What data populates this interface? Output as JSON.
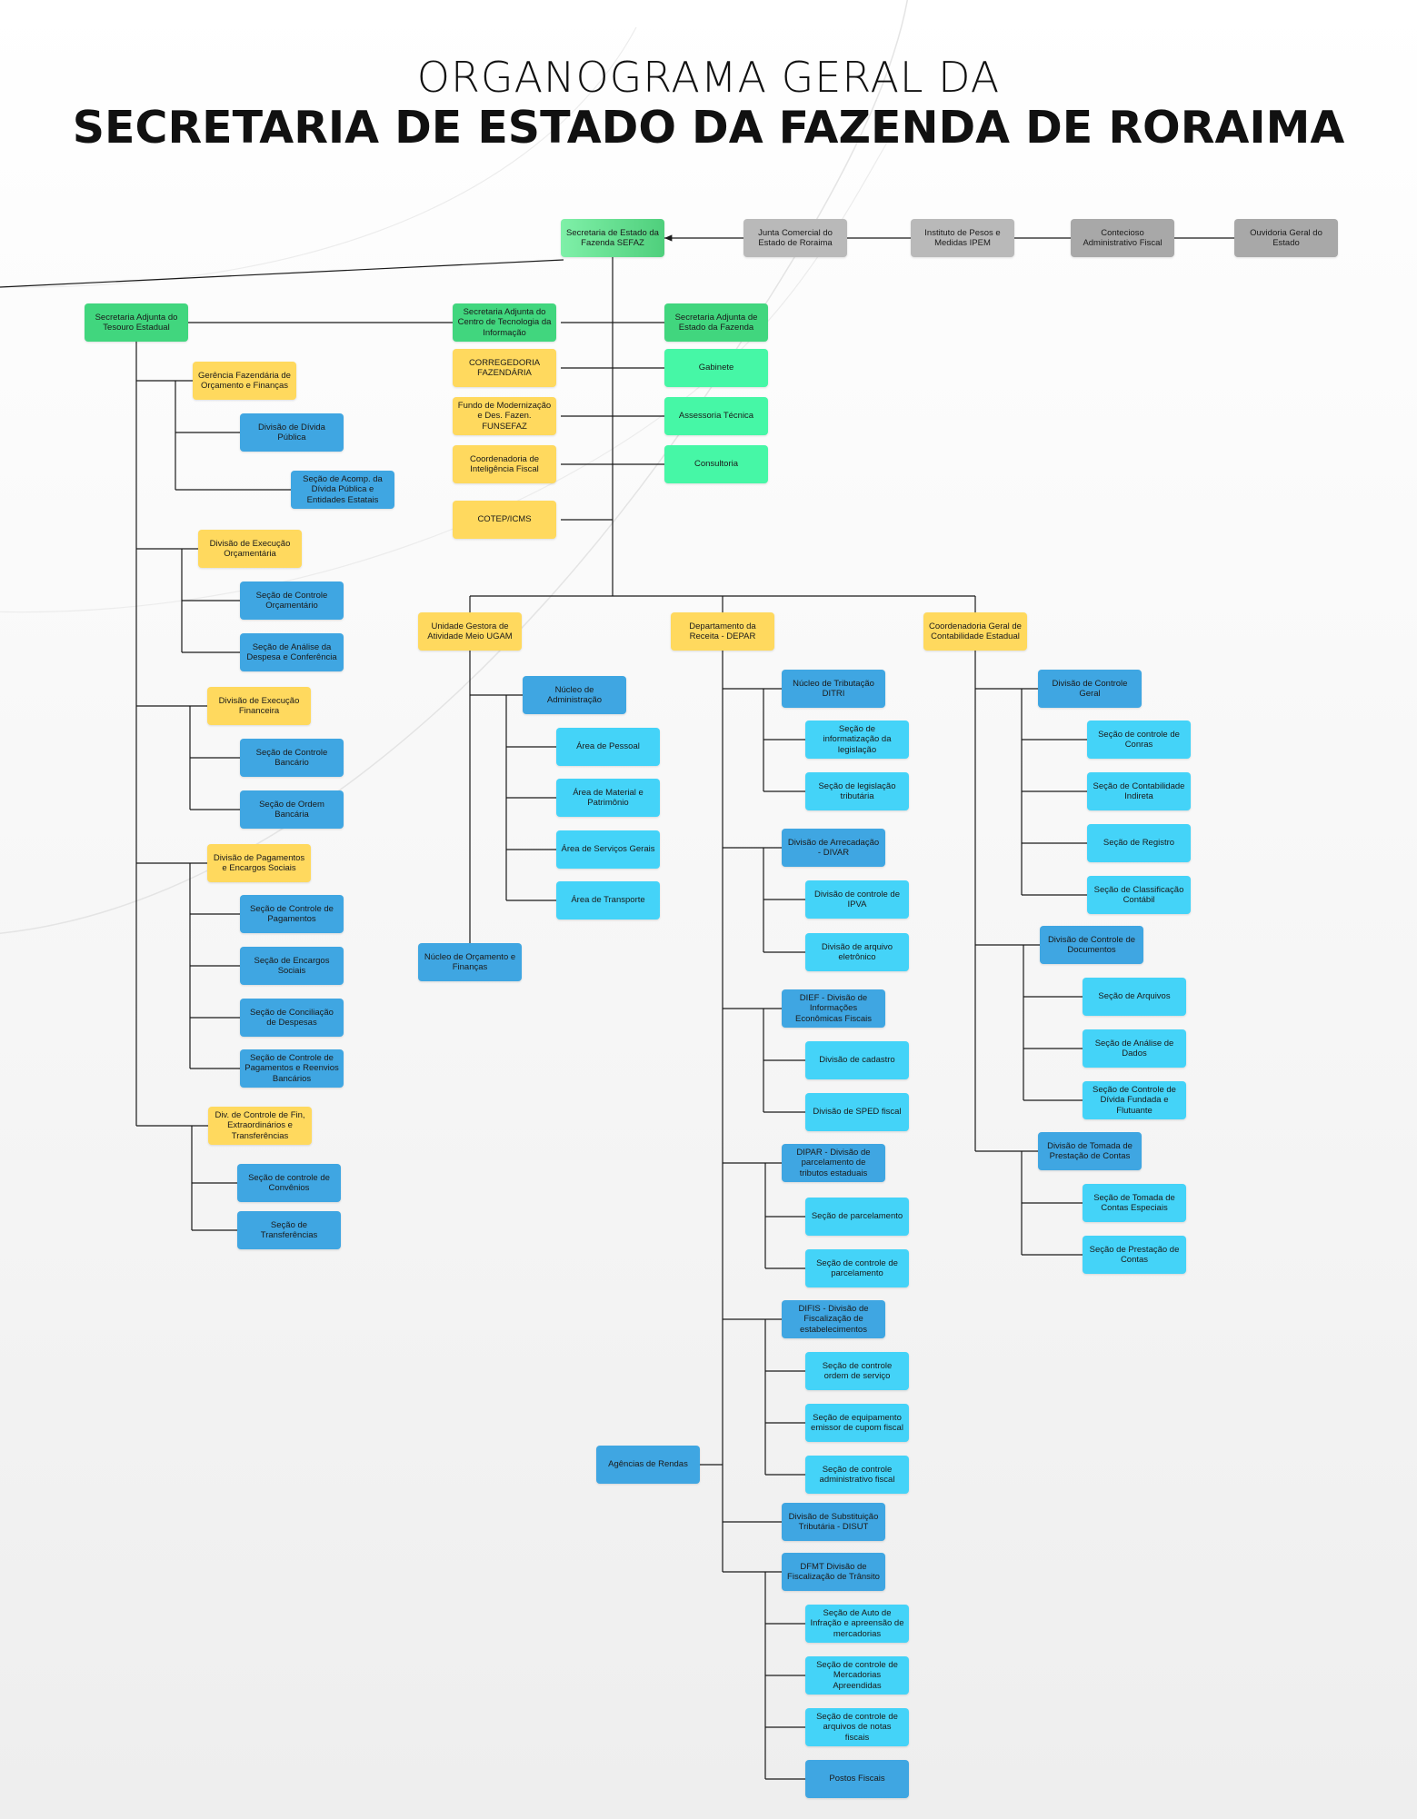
{
  "title": {
    "line1": "ORGANOGRAMA GERAL DA",
    "line2": "SECRETARIA DE ESTADO DA FAZENDA DE RORAIMA"
  },
  "colors": {
    "top": "#5fdc8e",
    "green": "#41d67e",
    "mint": "#46f7a6",
    "yellow": "#ffd95e",
    "blue": "#3fa6e2",
    "cyan": "#44d3f8",
    "gray": "#b9b9b9",
    "line": "#1a1a1a"
  },
  "nodes": {
    "sefaz": "Secretaria de Estado da Fazenda SEFAZ",
    "junta": "Junta Comercial do Estado de Roraima",
    "ipem": "Instituto de Pesos e Medidas IPEM",
    "contencioso": "Contecioso Administrativo Fiscal",
    "ouvidoria": "Ouvidoria Geral do Estado",
    "sa_tesouro": "Secretaria Adjunta do Tesouro Estadual",
    "sa_cti": "Secretaria Adjunta do Centro de Tecnologia da Informação",
    "sa_fazenda": "Secretaria Adjunta de Estado da Fazenda",
    "corregedoria": "CORREGEDORIA FAZENDÁRIA",
    "funsefaz": "Fundo de Modernização e Des. Fazen.  FUNSEFAZ",
    "coord_intel": "Coordenadoria de Inteligência Fiscal",
    "cotep": "COTEP/ICMS",
    "gabinete": "Gabinete",
    "assessoria": "Assessoria Técnica",
    "consultoria": "Consultoria",
    "ger_orc": "Gerência Fazendária de Orçamento e Finanças",
    "div_divida": "Divisão de Dívida Pública",
    "sec_acomp": "Seção de Acomp. da Dívida Pública e Entidades Estatais",
    "div_exec_orc": "Divisão de Execução Orçamentária",
    "sec_ctrl_orc": "Seção de Controle Orçamentário",
    "sec_analise": "Seção de Análise da Despesa e Conferência",
    "div_exec_fin": "Divisão de Execução Financeira",
    "sec_ctrl_banc": "Seção de Controle Bancário",
    "sec_ordem": "Seção de Ordem Bancária",
    "div_pag": "Divisão  de Pagamentos e Encargos Sociais",
    "sec_ctrl_pag": "Seção de Controle de Pagamentos",
    "sec_encargos": "Seção de Encargos Sociais",
    "sec_concil": "Seção de Conciliação de Despesas",
    "sec_ctrl_reenv": "Seção de Controle de Pagamentos e Reenvios Bancários",
    "div_ctrl_fin": "Div.  de Controle de Fin, Extraordinários e Transferências",
    "sec_convenios": "Seção de controle de Convênios",
    "sec_transf": "Seção de Transferências",
    "ugam": "Unidade Gestora de Atividade Meio UGAM",
    "nuc_adm": "Núcleo de Administração",
    "area_pessoal": "Área de Pessoal",
    "area_material": "Área de Material e Patrimônio",
    "area_servicos": "Área de Serviços Gerais",
    "area_transporte": "Área de Transporte",
    "nuc_orc": "Núcleo de Orçamento e Finanças",
    "depar": "Departamento da Receita - DEPAR",
    "nuc_trib": "Núcleo de Tributação DITRI",
    "sec_inform": "Seção de informatização da legislação",
    "sec_legis": "Seção de legislação tributária",
    "divar": "Divisão de Arrecadação - DIVAR",
    "div_ipva": "Divisão de controle de IPVA",
    "div_arquivo": "Divisão de arquivo eletrônico",
    "dief": "DIEF - Divisão  de Informações Econômicas Fiscais",
    "div_cadastro": "Divisão de cadastro",
    "div_sped": "Divisão de SPED fiscal",
    "dipar": "DIPAR - Divisão  de parcelamento de tributos estaduais",
    "sec_parc": "Seção de parcelamento",
    "sec_ctrl_parc": "Seção de controle de parcelamento",
    "difis": "DIFIS - Divisão  de Fiscalização de estabelecimentos",
    "sec_ordem_serv": "Seção de controle ordem de serviço",
    "sec_equip": "Seção de equipamento emissor de cupom fiscal",
    "sec_ctrl_adm": "Seção  de controle administrativo fiscal",
    "disut": "Divisão  de Substituição Tributária - DISUT",
    "dfmt": "DFMT Divisão  de Fiscalização de Trânsito",
    "sec_auto": "Seção de Auto de Infração e apreensão de mercadorias",
    "sec_merc": "Seção de controle de Mercadorias Apreendidas",
    "sec_notas": "Seção de controle de arquivos de notas fiscais",
    "postos": "Postos Fiscais",
    "agencias": "Agências de Rendas",
    "coord_cont": "Coordenadoria Geral de Contabilidade Estadual",
    "div_ctrl_geral": "Divisão  de Controle Geral",
    "sec_conras": "Seção de controle de Conras",
    "sec_cont_ind": "Seção de Contabilidade Indireta",
    "sec_registro": "Seção de Registro",
    "sec_class": "Seção de Classificação Contábil",
    "div_docs": "Divisão de Controle de Documentos",
    "sec_arquivos": "Seção  de Arquivos",
    "sec_analise_dados": "Seção  de Análise de Dados",
    "sec_divida_fund": "Seção de Controle de Dívida Fundada e Flutuante",
    "div_tomada": "Divisão  de Tomada de Prestação de Contas",
    "sec_tomada_esp": "Seção  de Tomada de Contas Especiais",
    "sec_prest": "Seção  de Prestação de Contas"
  }
}
